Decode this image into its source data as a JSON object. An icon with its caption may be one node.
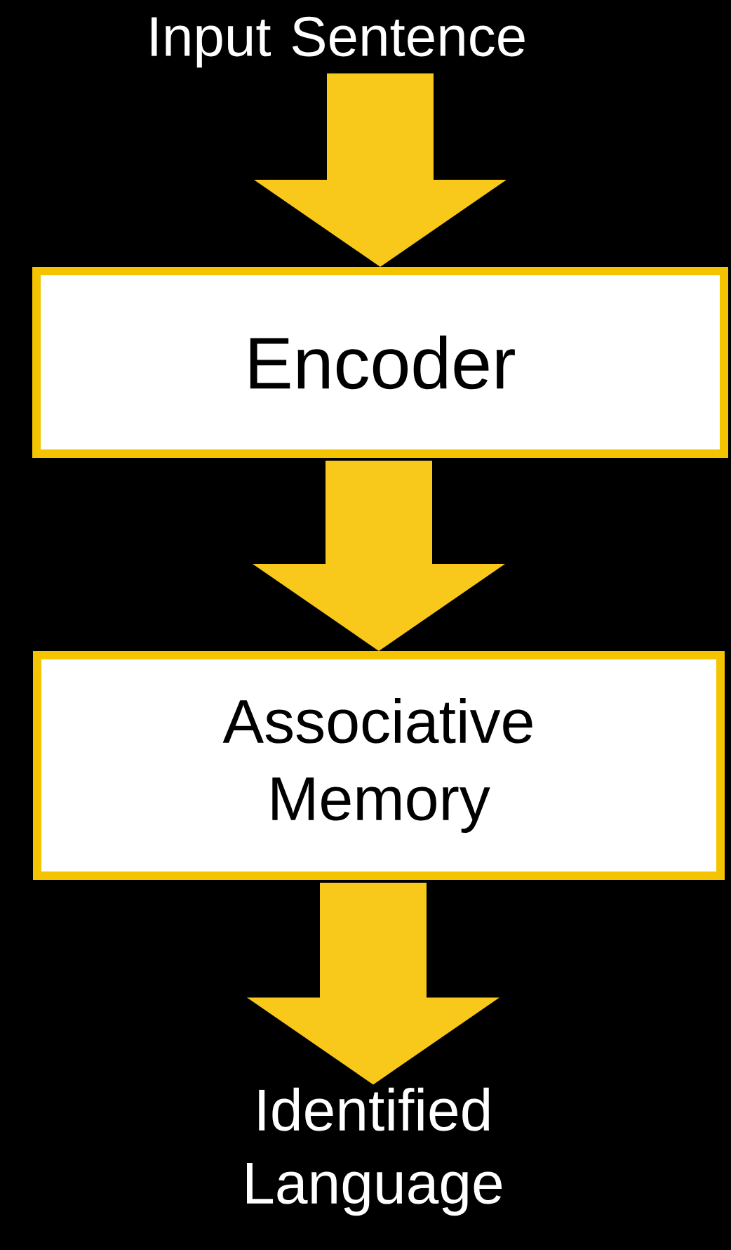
{
  "diagram": {
    "nodes": [
      {
        "text": [
          "Input Sentence"
        ]
      },
      {
        "text": [
          "Encoder"
        ]
      },
      {
        "text": [
          "Associative Memory"
        ]
      },
      {
        "text": [
          "Identified Language"
        ]
      }
    ],
    "edges": [
      {
        "from": 0,
        "to": 1,
        "arrow": "to"
      },
      {
        "from": 1,
        "to": 2,
        "arrow": "to"
      },
      {
        "from": 2,
        "to": 3,
        "arrow": "to"
      }
    ]
  }
}
